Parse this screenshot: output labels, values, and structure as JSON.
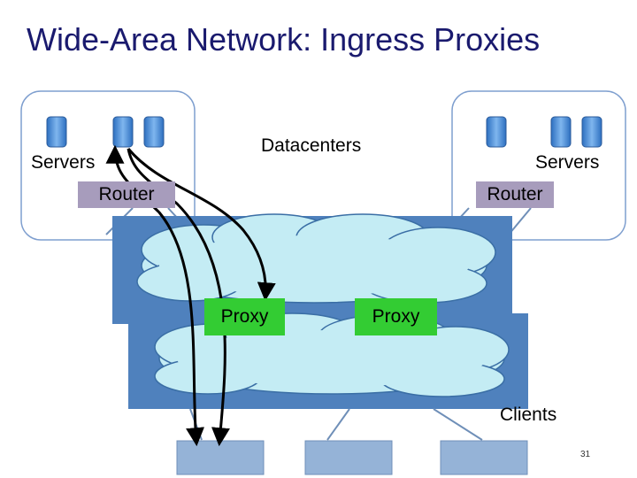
{
  "slide": {
    "title": "Wide-Area Network: Ingress Proxies",
    "datacenters_label": "Datacenters",
    "left_dc": {
      "servers_label": "Servers",
      "router_label": "Router"
    },
    "right_dc": {
      "servers_label": "Servers",
      "router_label": "Router"
    },
    "proxies": [
      "Proxy",
      "Proxy"
    ],
    "clients_label": "Clients",
    "page_number": "31"
  },
  "colors": {
    "title": "#1a1a6e",
    "network_fill": "#4f81bd",
    "cloud_fill": "#c4ecf4",
    "router_fill": "#a79cbc",
    "proxy_fill": "#33cc33",
    "server_fill": "#4a8fd8",
    "client_fill": "#95b3d7",
    "link_color": "#6f8fb8"
  }
}
